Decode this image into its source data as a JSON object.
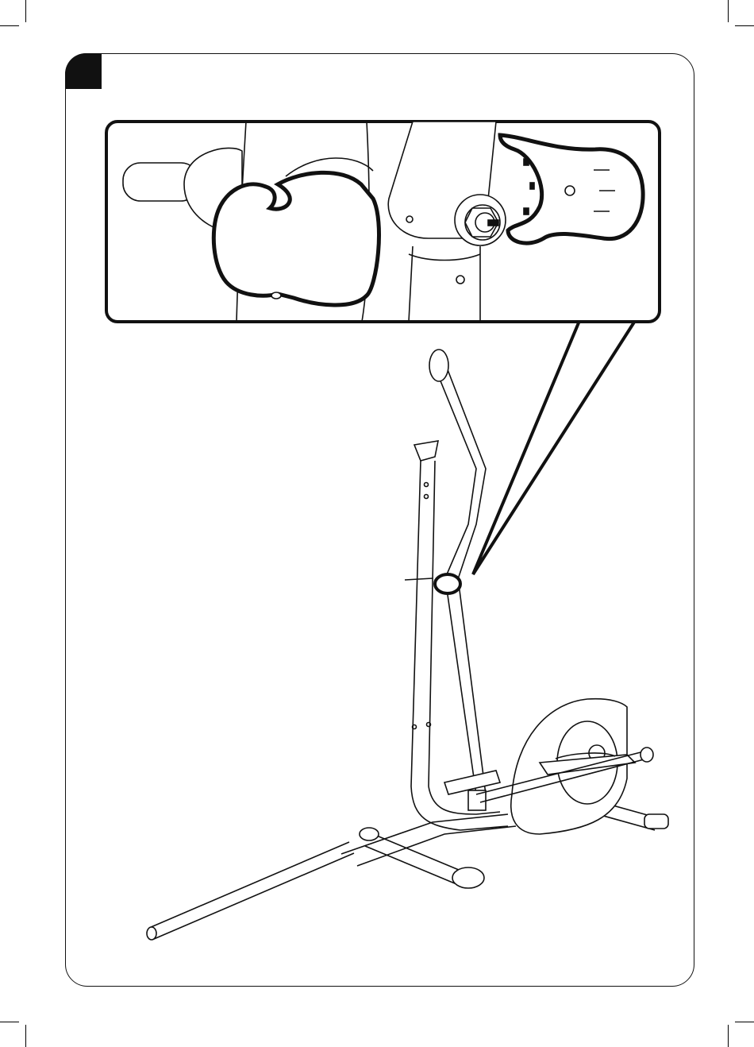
{
  "page": {
    "step_number": "",
    "colors": {
      "ink": "#111111",
      "background": "#ffffff",
      "step_box": "#111111"
    }
  },
  "detail_inset": {
    "description_icons": [
      "crank-axle",
      "cover-half-left",
      "cover-half-right",
      "bolt"
    ]
  },
  "main_figure": {
    "icons": [
      "elliptical-trainer",
      "crank-cover-highlight"
    ]
  }
}
